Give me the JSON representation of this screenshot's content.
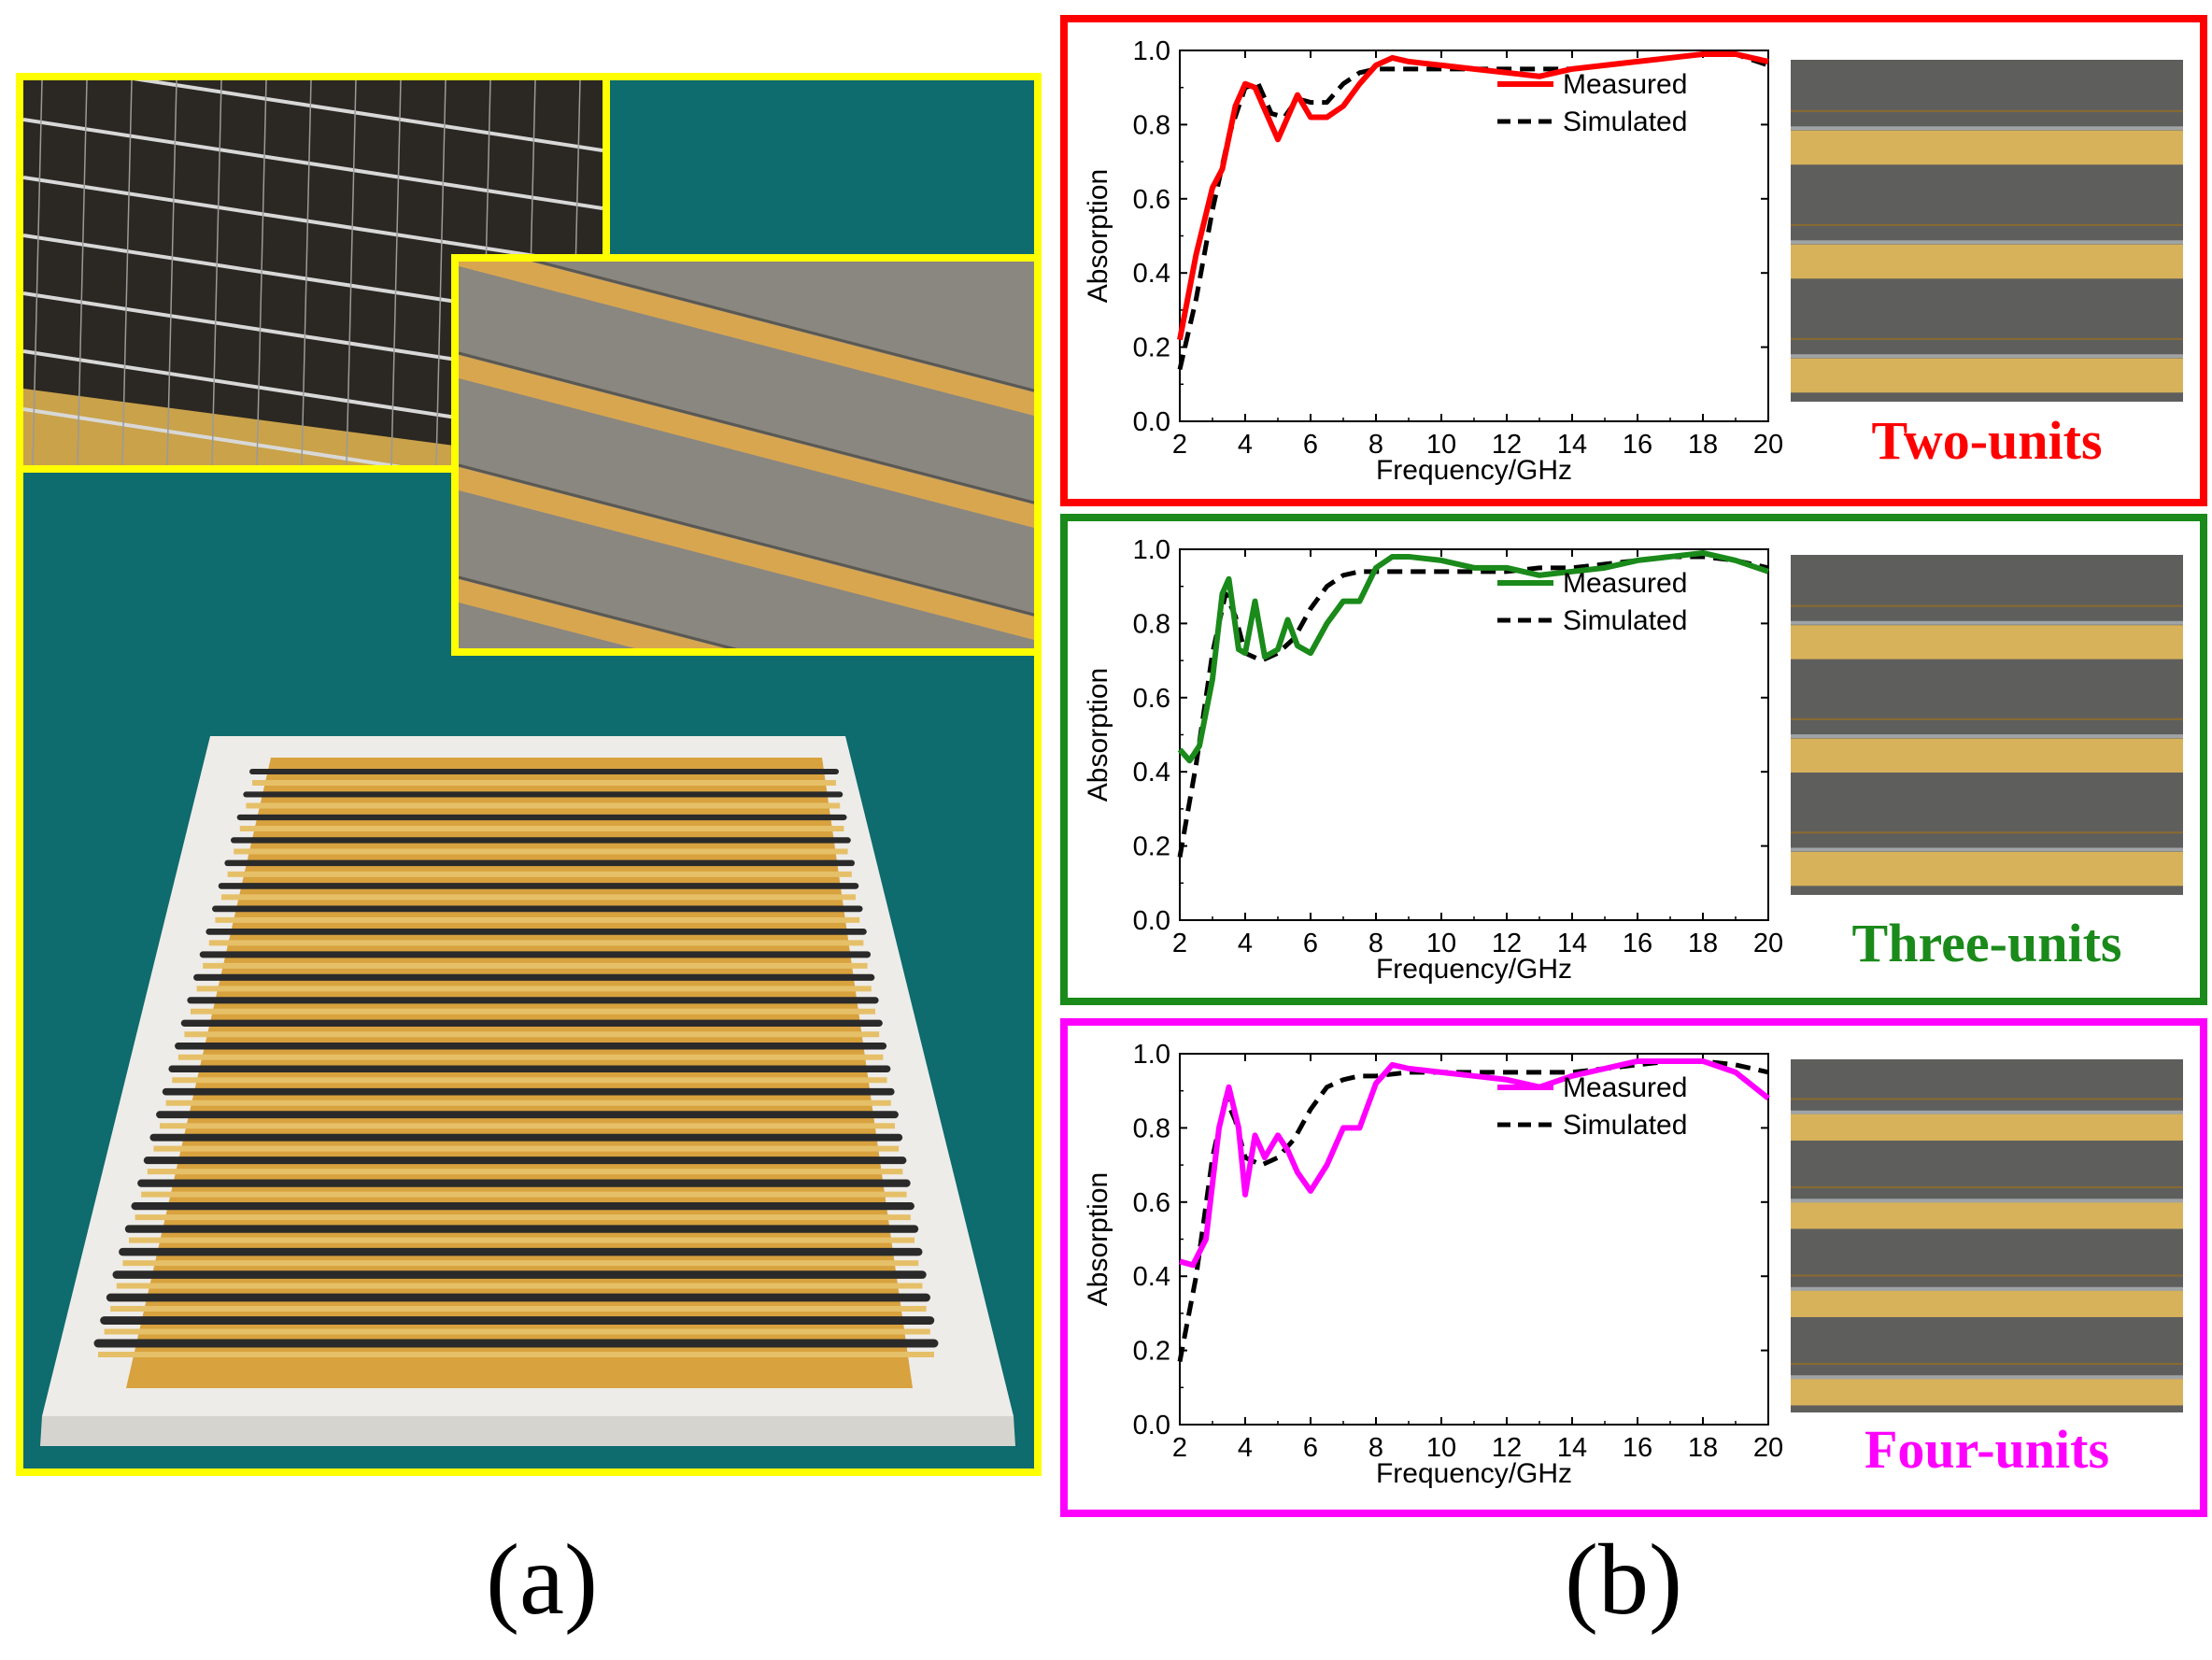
{
  "panels": {
    "a_label": "(a)",
    "b_label": "(b)"
  },
  "colors": {
    "frame_a": "#ffff00",
    "two_units": "#ff0000",
    "three_units": "#1a8a1a",
    "four_units": "#ff00ff",
    "simulated": "#000000"
  },
  "chart_data": [
    {
      "type": "line",
      "title": "Two-units",
      "xlabel": "Frequency/GHz",
      "ylabel": "Absorption",
      "xlim": [
        2,
        20
      ],
      "ylim": [
        0.0,
        1.0
      ],
      "xticks": [
        "2",
        "4",
        "6",
        "8",
        "10",
        "12",
        "14",
        "16",
        "18",
        "20"
      ],
      "yticks": [
        "0.0",
        "0.2",
        "0.4",
        "0.6",
        "0.8",
        "1.0"
      ],
      "legend_position": "top-right",
      "series": [
        {
          "name": "Measured",
          "style": "solid",
          "x": [
            2,
            2.5,
            3,
            3.3,
            3.7,
            4,
            4.3,
            4.6,
            5,
            5.3,
            5.6,
            6,
            6.5,
            7,
            7.5,
            8,
            8.5,
            9,
            10,
            11,
            12,
            13,
            14,
            15,
            16,
            17,
            18,
            19,
            20
          ],
          "y": [
            0.22,
            0.45,
            0.63,
            0.68,
            0.85,
            0.91,
            0.9,
            0.84,
            0.76,
            0.82,
            0.88,
            0.82,
            0.82,
            0.85,
            0.91,
            0.96,
            0.98,
            0.97,
            0.96,
            0.95,
            0.94,
            0.93,
            0.95,
            0.96,
            0.97,
            0.98,
            0.99,
            0.99,
            0.97
          ]
        },
        {
          "name": "Simulated",
          "style": "dashed",
          "x": [
            2,
            2.5,
            3,
            3.5,
            4,
            4.4,
            4.8,
            5.2,
            5.6,
            6,
            6.5,
            7,
            7.5,
            8,
            9,
            10,
            11,
            12,
            13,
            14,
            15,
            16,
            17,
            18,
            19,
            20
          ],
          "y": [
            0.14,
            0.33,
            0.57,
            0.77,
            0.9,
            0.91,
            0.83,
            0.82,
            0.87,
            0.86,
            0.86,
            0.91,
            0.94,
            0.95,
            0.95,
            0.95,
            0.95,
            0.95,
            0.95,
            0.95,
            0.96,
            0.97,
            0.98,
            0.99,
            0.99,
            0.96
          ]
        }
      ]
    },
    {
      "type": "line",
      "title": "Three-units",
      "xlabel": "Frequency/GHz",
      "ylabel": "Absorption",
      "xlim": [
        2,
        20
      ],
      "ylim": [
        0.0,
        1.0
      ],
      "xticks": [
        "2",
        "4",
        "6",
        "8",
        "10",
        "12",
        "14",
        "16",
        "18",
        "20"
      ],
      "yticks": [
        "0.0",
        "0.2",
        "0.4",
        "0.6",
        "0.8",
        "1.0"
      ],
      "legend_position": "top-right",
      "series": [
        {
          "name": "Measured",
          "style": "solid",
          "x": [
            2,
            2.3,
            2.6,
            3,
            3.3,
            3.5,
            3.8,
            4,
            4.3,
            4.6,
            5,
            5.3,
            5.6,
            6,
            6.5,
            7,
            7.5,
            8,
            8.5,
            9,
            10,
            11,
            12,
            13,
            14,
            15,
            16,
            17,
            18,
            19,
            20
          ],
          "y": [
            0.46,
            0.43,
            0.47,
            0.65,
            0.88,
            0.92,
            0.73,
            0.72,
            0.86,
            0.71,
            0.73,
            0.81,
            0.74,
            0.72,
            0.8,
            0.86,
            0.86,
            0.95,
            0.98,
            0.98,
            0.97,
            0.95,
            0.95,
            0.93,
            0.94,
            0.95,
            0.97,
            0.98,
            0.99,
            0.97,
            0.94
          ]
        },
        {
          "name": "Simulated",
          "style": "dashed",
          "x": [
            2,
            2.5,
            3,
            3.4,
            3.7,
            4,
            4.5,
            5,
            5.5,
            6,
            6.5,
            7,
            7.5,
            8,
            9,
            10,
            11,
            12,
            13,
            14,
            15,
            16,
            17,
            18,
            19,
            20
          ],
          "y": [
            0.17,
            0.42,
            0.72,
            0.88,
            0.82,
            0.72,
            0.7,
            0.72,
            0.76,
            0.84,
            0.9,
            0.93,
            0.94,
            0.94,
            0.94,
            0.94,
            0.94,
            0.94,
            0.95,
            0.95,
            0.96,
            0.97,
            0.98,
            0.98,
            0.97,
            0.95
          ]
        }
      ]
    },
    {
      "type": "line",
      "title": "Four-units",
      "xlabel": "Frequency/GHz",
      "ylabel": "Absorption",
      "xlim": [
        2,
        20
      ],
      "ylim": [
        0.0,
        1.0
      ],
      "xticks": [
        "2",
        "4",
        "6",
        "8",
        "10",
        "12",
        "14",
        "16",
        "18",
        "20"
      ],
      "yticks": [
        "0.0",
        "0.2",
        "0.4",
        "0.6",
        "0.8",
        "1.0"
      ],
      "legend_position": "top-right",
      "series": [
        {
          "name": "Measured",
          "style": "solid",
          "x": [
            2,
            2.4,
            2.8,
            3.2,
            3.5,
            3.8,
            4,
            4.3,
            4.6,
            5,
            5.3,
            5.6,
            6,
            6.5,
            7,
            7.5,
            8,
            8.5,
            9,
            10,
            11,
            12,
            13,
            14,
            15,
            16,
            17,
            18,
            19,
            20
          ],
          "y": [
            0.44,
            0.43,
            0.5,
            0.8,
            0.91,
            0.8,
            0.62,
            0.78,
            0.72,
            0.78,
            0.74,
            0.68,
            0.63,
            0.7,
            0.8,
            0.8,
            0.92,
            0.97,
            0.96,
            0.95,
            0.94,
            0.93,
            0.91,
            0.94,
            0.96,
            0.98,
            0.98,
            0.98,
            0.95,
            0.88
          ]
        },
        {
          "name": "Simulated",
          "style": "dashed",
          "x": [
            2,
            2.5,
            3,
            3.4,
            3.7,
            4,
            4.5,
            5,
            5.5,
            6,
            6.5,
            7,
            7.5,
            8,
            9,
            10,
            11,
            12,
            13,
            14,
            15,
            16,
            17,
            18,
            19,
            20
          ],
          "y": [
            0.17,
            0.4,
            0.72,
            0.88,
            0.82,
            0.72,
            0.7,
            0.72,
            0.77,
            0.85,
            0.91,
            0.93,
            0.94,
            0.94,
            0.95,
            0.95,
            0.95,
            0.95,
            0.95,
            0.95,
            0.96,
            0.97,
            0.98,
            0.98,
            0.97,
            0.95
          ]
        }
      ]
    }
  ]
}
